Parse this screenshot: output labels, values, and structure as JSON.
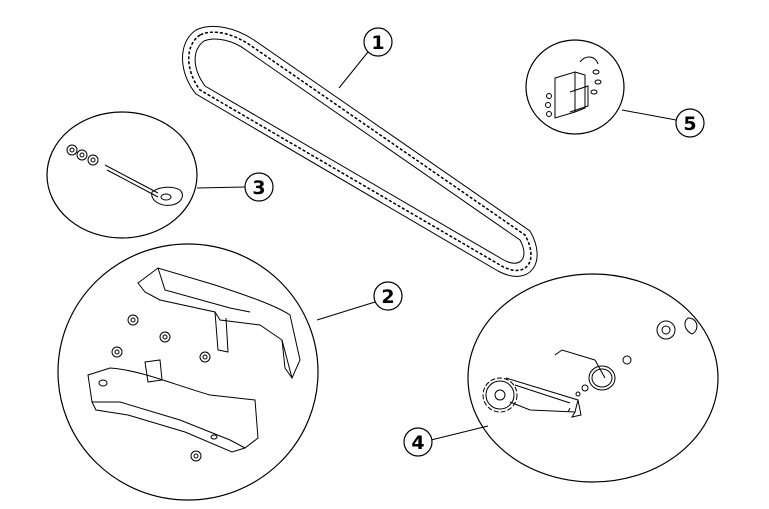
{
  "callouts": [
    {
      "id": "1",
      "label": "1",
      "part": "chain"
    },
    {
      "id": "2",
      "label": "2",
      "part": "chain-guard"
    },
    {
      "id": "3",
      "label": "3",
      "part": "master-link-kit"
    },
    {
      "id": "4",
      "label": "4",
      "part": "sprocket-tensioner"
    },
    {
      "id": "5",
      "label": "5",
      "part": "mounting-bracket"
    }
  ],
  "colors": {
    "ink": "#000000",
    "paper": "#ffffff"
  }
}
